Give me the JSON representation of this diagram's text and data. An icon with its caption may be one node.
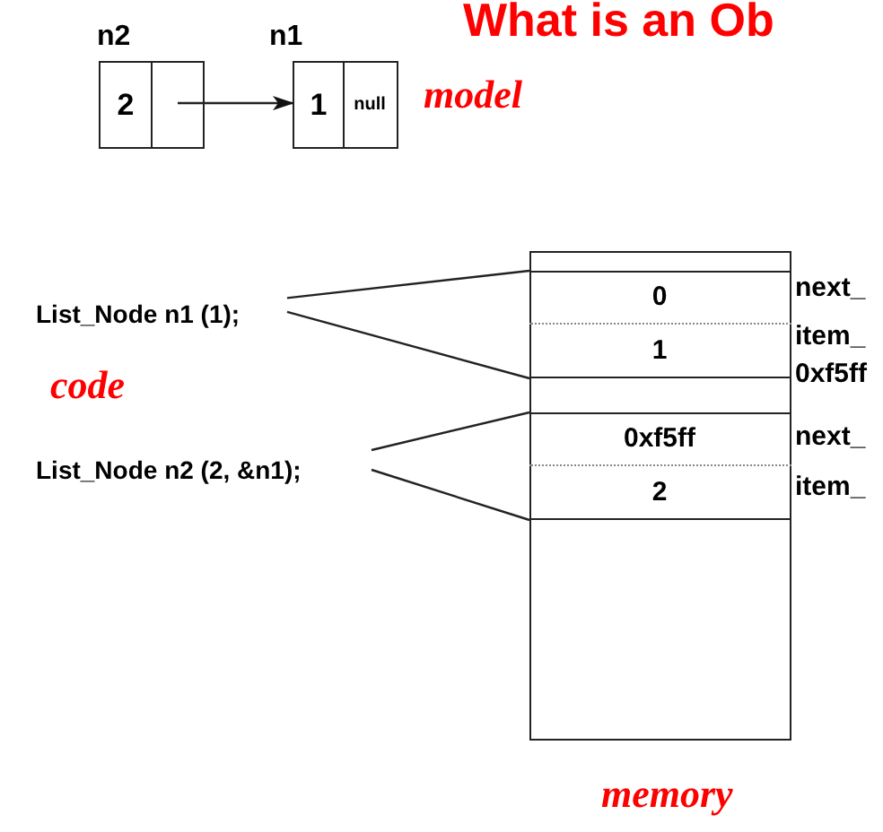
{
  "diagram": {
    "title": "What is an Ob",
    "nodes": [
      {
        "text": [
          "2"
        ],
        "beside": [
          "n2"
        ]
      },
      {
        "text": [],
        "shape": "box",
        "in": 0
      },
      {
        "text": [
          "1",
          "null"
        ],
        "beside": [
          "n1"
        ]
      },
      {
        "text": [
          "List_Node n1 (1);"
        ]
      },
      {
        "text": [
          "List_Node n2 (2, &n1);"
        ]
      },
      {
        "text": [],
        "shape": "box"
      },
      {
        "text": [
          "0",
          "1"
        ],
        "in": 5
      },
      {
        "text": [
          "0xf5ff",
          "2"
        ],
        "in": 5
      }
    ],
    "edges": [
      {
        "from": 1,
        "to": 2,
        "arrow": "to"
      },
      {
        "from": 3,
        "to": 6,
        "arrow": "none"
      },
      {
        "from": 3,
        "to": 6,
        "arrow": "none"
      },
      {
        "from": 4,
        "to": 7,
        "arrow": "none"
      },
      {
        "from": 4,
        "to": 7,
        "arrow": "none"
      }
    ],
    "labels": [
      "model",
      "code",
      "next_",
      "item_",
      "0xf5ff",
      "next_",
      "item_",
      "memory"
    ]
  }
}
